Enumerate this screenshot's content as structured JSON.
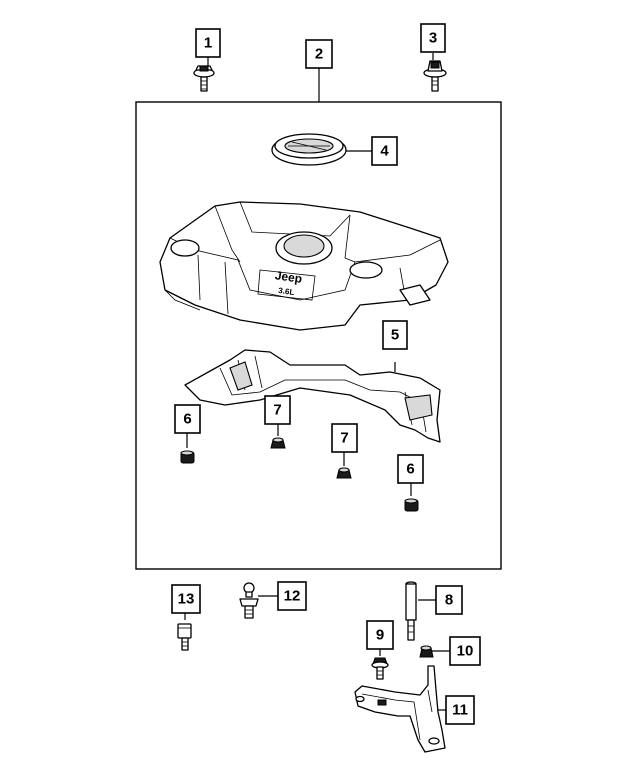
{
  "diagram": {
    "callouts": [
      {
        "id": "callout-1",
        "label": "1"
      },
      {
        "id": "callout-2",
        "label": "2"
      },
      {
        "id": "callout-3",
        "label": "3"
      },
      {
        "id": "callout-4",
        "label": "4"
      },
      {
        "id": "callout-5",
        "label": "5"
      },
      {
        "id": "callout-6a",
        "label": "6"
      },
      {
        "id": "callout-6b",
        "label": "6"
      },
      {
        "id": "callout-7a",
        "label": "7"
      },
      {
        "id": "callout-7b",
        "label": "7"
      },
      {
        "id": "callout-8",
        "label": "8"
      },
      {
        "id": "callout-9",
        "label": "9"
      },
      {
        "id": "callout-10",
        "label": "10"
      },
      {
        "id": "callout-11",
        "label": "11"
      },
      {
        "id": "callout-12",
        "label": "12"
      },
      {
        "id": "callout-13",
        "label": "13"
      }
    ],
    "logo_text": [
      "Jeep",
      "3.6L"
    ]
  }
}
